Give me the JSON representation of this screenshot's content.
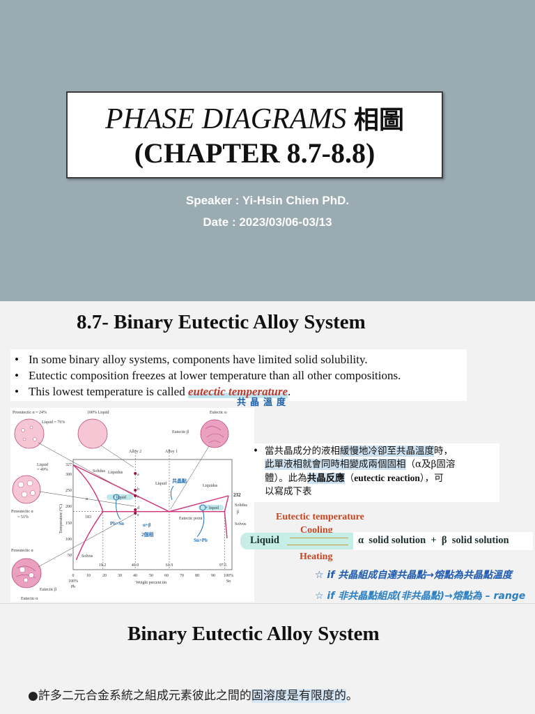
{
  "slide1": {
    "title_line1": "PHASE DIAGRAMS",
    "title_cjk": "相圖",
    "title_line2": "(CHAPTER 8.7-8.8)",
    "speaker": "Speaker : Yi-Hsin Chien PhD.",
    "date": "Date : 2023/03/06-03/13",
    "bg_color": "#9aabb2"
  },
  "slide2": {
    "heading": "8.7- Binary Eutectic Alloy System",
    "bullets": [
      "In some binary alloy systems, components have limited solid solubility.",
      "Eutectic composition freezes at lower temperature than all other compositions."
    ],
    "bullet3_pre": "This lowest temperature is called ",
    "bullet3_term": "eutectic temperature",
    "bullet3_post": ".",
    "handwritten_term": "共晶溫度",
    "diagram": {
      "circles": {
        "proeutectic_24": "Proeutectic α = 24%",
        "liquid_76": "Liquid = 76%",
        "liquid_100": "100% Liquid",
        "eutectic_alpha_top": "Eutectic α",
        "eutectic_beta_top": "Eutectic β",
        "liquid_49_a": "Liquid",
        "liquid_49_b": "= 49%",
        "proeutectic_51_a": "Proeutectic α",
        "proeutectic_51_b": "= 51%",
        "proeutectic_bottom": "Proeutectic α",
        "eutectic_beta_bottom": "Eutectic β",
        "eutectic_alpha_bottom": "Eutectic α"
      },
      "alloy2": "Alloy 2",
      "alloy1": "Alloy 1",
      "ylabel": "Temperature (°C)",
      "xlabel": "Weight percent tin",
      "x_left": "100%",
      "x_left2": "Pb",
      "x_right": "100%",
      "x_right2": "Sn",
      "yticks": [
        "327",
        "300",
        "250",
        "200",
        "150",
        "100",
        "50"
      ],
      "xticks": [
        "0",
        "10",
        "20",
        "30",
        "40",
        "50",
        "60",
        "70",
        "80",
        "90"
      ],
      "xmarks": [
        "19.2",
        "40.0",
        "61.9",
        "97.5"
      ],
      "eutectic_T": "183",
      "labels": {
        "solidus": "Solidus",
        "liquidus": "Liquidus",
        "alpha": "α",
        "liquid": "Liquid",
        "liquidus_r": "Liquidus",
        "solidus_r": "Solidus",
        "beta": "β",
        "solvus_r": "Solvus",
        "solvus": "Solvus",
        "eutectic_point": "Eutectic point",
        "alpha_liquid": "+ liquid",
        "beta_liquid": "+ liquid",
        "a": "a",
        "b": "b",
        "c": "c",
        "d": "d",
        "e": "e"
      },
      "handwritten": {
        "eutectic_pt": "共晶點",
        "pb_sn": "Pb>Sn",
        "sn_pb": "Sn>Pb",
        "a_plus_b": "α+β",
        "two_phase": "2個相",
        "t232": "232"
      }
    },
    "chinese_text": {
      "p1": "當共晶成分的液相",
      "p1h": "緩慢地冷卻至共晶溫度",
      "p1e": "時，",
      "p2h": "此單液相就會同時相變成兩個固相",
      "p2e": "（α及β固溶",
      "p3a": "體）。此為",
      "p3h": "共晶反應",
      "p3b": "（",
      "p3en": "eutectic reaction",
      "p3c": "），可",
      "p4": "以寫成下表"
    },
    "reaction": {
      "top1": "Eutectic temperature",
      "top2": "Cooling",
      "left": "Liquid",
      "right": "α  solid solution  +  β  solid solution",
      "bottom": "Heating"
    },
    "notes": [
      "☆ if 共晶組成自達共晶點→熔點為共晶點溫度",
      "☆ if 非共晶點組成(非共晶點)→熔點為 – range"
    ]
  },
  "slide3": {
    "heading": "Binary Eutectic Alloy System",
    "p_pre": "●許多二元合金系統之組成元素彼此之間的",
    "p_hl": "固溶度是有限度的",
    "p_post": "。"
  }
}
